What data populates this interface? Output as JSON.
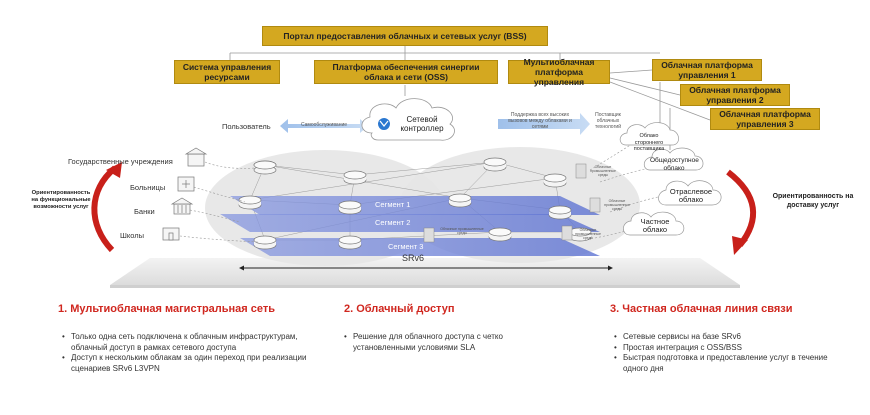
{
  "portal": "Портал предоставления облачных и сетевых услуг (BSS)",
  "resource_mgmt": "Система управления ресурсами",
  "synergy": "Платформа обеспечения синергии облака и сети (OSS)",
  "multicloud": "Мультиоблачная платформа управления",
  "cloud_platforms": [
    "Облачная платформа управления 1",
    "Облачная платформа управления 2",
    "Облачная платформа управления 3"
  ],
  "controller": "Сетевой контроллер",
  "user_label": "Пользователь",
  "self_service": "Самообслуживание",
  "support_text": "Поддержка всех высоких вызовов между облаками и сетями",
  "providers_text": "Поставщик облачных технологий",
  "segments": [
    "Сегмент 1",
    "Сегмент 2",
    "Сегмент 3"
  ],
  "srv6": "SRv6",
  "users": [
    "Государственные учреждения",
    "Больницы",
    "Банки",
    "Школы"
  ],
  "left_orient": "Ориентированность на функциональные возможности услуг",
  "right_orient": "Ориентированность на доставку услуг",
  "clouds_right": [
    "Облако стороннего поставщика",
    "Общедоступное облако",
    "Отраслевое облако",
    "Частное облако"
  ],
  "small_labels": [
    "Облачные промышленные среды",
    "Облачные промышленные среды",
    "Облачные промышленные среды",
    "Облачные промышленные среды"
  ],
  "sections": [
    {
      "title": "1. Мультиоблачная магистральная сеть",
      "bullets": [
        "Только одна сеть подключена к облачным инфраструктурам, облачный доступ в рамках сетевого доступа",
        "Доступ к нескольким облакам за один переход при реализации сценариев SRv6 L3VPN"
      ]
    },
    {
      "title": "2. Облачный доступ",
      "bullets": [
        "Решение для облачного доступа с четко установленными условиями SLA"
      ]
    },
    {
      "title": "3. Частная облачная линия связи",
      "bullets": [
        "Сетевые сервисы на базе SRv6",
        "Простая интеграция с OSS/BSS",
        "Быстрая подготовка и предоставление услуг в течение одного дня"
      ]
    }
  ],
  "colors": {
    "gold": "#d4a820",
    "red": "#d0271f",
    "segment": "#6f83d9",
    "arrow_blue": "#a9c6ea"
  }
}
